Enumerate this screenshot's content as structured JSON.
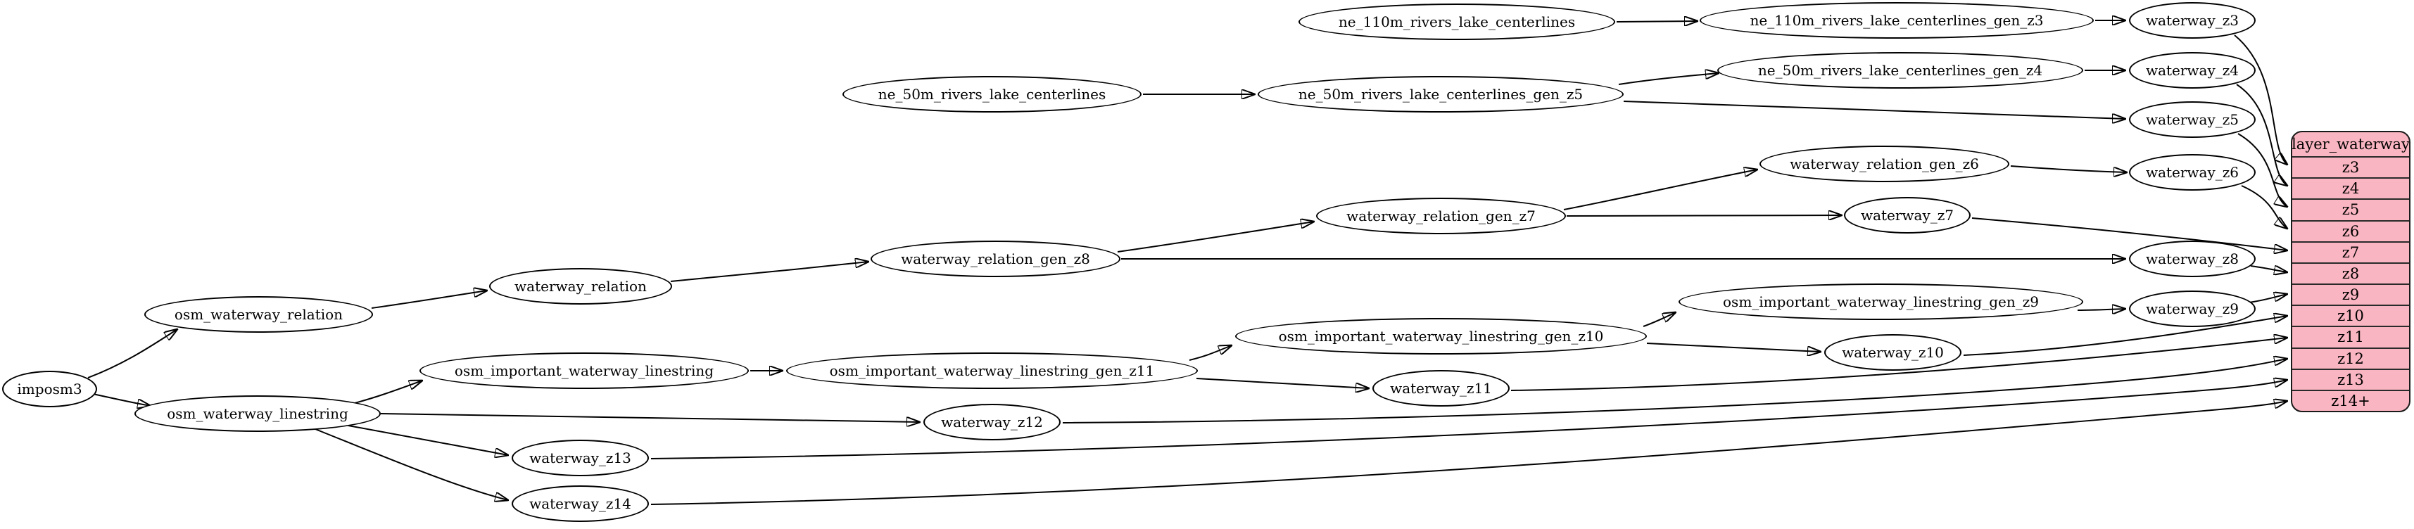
{
  "nodes": {
    "imposm3": "imposm3",
    "osm_waterway_relation": "osm_waterway_relation",
    "osm_waterway_linestring": "osm_waterway_linestring",
    "waterway_relation": "waterway_relation",
    "osm_important_waterway_linestring": "osm_important_waterway_linestring",
    "waterway_relation_gen_z8": "waterway_relation_gen_z8",
    "waterway_relation_gen_z7": "waterway_relation_gen_z7",
    "waterway_relation_gen_z6": "waterway_relation_gen_z6",
    "osm_important_waterway_linestring_gen_z11": "osm_important_waterway_linestring_gen_z11",
    "osm_important_waterway_linestring_gen_z10": "osm_important_waterway_linestring_gen_z10",
    "osm_important_waterway_linestring_gen_z9": "osm_important_waterway_linestring_gen_z9",
    "ne_110m_rivers_lake_centerlines": "ne_110m_rivers_lake_centerlines",
    "ne_110m_rivers_lake_centerlines_gen_z3": "ne_110m_rivers_lake_centerlines_gen_z3",
    "ne_50m_rivers_lake_centerlines": "ne_50m_rivers_lake_centerlines",
    "ne_50m_rivers_lake_centerlines_gen_z5": "ne_50m_rivers_lake_centerlines_gen_z5",
    "ne_50m_rivers_lake_centerlines_gen_z4": "ne_50m_rivers_lake_centerlines_gen_z4",
    "waterway_z3": "waterway_z3",
    "waterway_z4": "waterway_z4",
    "waterway_z5": "waterway_z5",
    "waterway_z6": "waterway_z6",
    "waterway_z7": "waterway_z7",
    "waterway_z8": "waterway_z8",
    "waterway_z9": "waterway_z9",
    "waterway_z10": "waterway_z10",
    "waterway_z11": "waterway_z11",
    "waterway_z12": "waterway_z12",
    "waterway_z13": "waterway_z13",
    "waterway_z14": "waterway_z14"
  },
  "table": {
    "title": "layer_waterway",
    "rows": [
      "z3",
      "z4",
      "z5",
      "z6",
      "z7",
      "z8",
      "z9",
      "z10",
      "z11",
      "z12",
      "z13",
      "z14+"
    ]
  },
  "edges": [
    {
      "from": "imposm3",
      "to": "osm_waterway_relation"
    },
    {
      "from": "imposm3",
      "to": "osm_waterway_linestring"
    },
    {
      "from": "osm_waterway_relation",
      "to": "waterway_relation"
    },
    {
      "from": "waterway_relation",
      "to": "waterway_relation_gen_z8"
    },
    {
      "from": "waterway_relation_gen_z8",
      "to": "waterway_relation_gen_z7"
    },
    {
      "from": "waterway_relation_gen_z8",
      "to": "waterway_z8"
    },
    {
      "from": "waterway_relation_gen_z7",
      "to": "waterway_relation_gen_z6"
    },
    {
      "from": "waterway_relation_gen_z7",
      "to": "waterway_z7"
    },
    {
      "from": "waterway_relation_gen_z6",
      "to": "waterway_z6"
    },
    {
      "from": "ne_110m_rivers_lake_centerlines",
      "to": "ne_110m_rivers_lake_centerlines_gen_z3"
    },
    {
      "from": "ne_110m_rivers_lake_centerlines_gen_z3",
      "to": "waterway_z3"
    },
    {
      "from": "ne_50m_rivers_lake_centerlines",
      "to": "ne_50m_rivers_lake_centerlines_gen_z5"
    },
    {
      "from": "ne_50m_rivers_lake_centerlines_gen_z5",
      "to": "ne_50m_rivers_lake_centerlines_gen_z4"
    },
    {
      "from": "ne_50m_rivers_lake_centerlines_gen_z4",
      "to": "waterway_z4"
    },
    {
      "from": "ne_50m_rivers_lake_centerlines_gen_z5",
      "to": "waterway_z5"
    },
    {
      "from": "osm_waterway_linestring",
      "to": "osm_important_waterway_linestring"
    },
    {
      "from": "osm_important_waterway_linestring",
      "to": "osm_important_waterway_linestring_gen_z11"
    },
    {
      "from": "osm_important_waterway_linestring_gen_z11",
      "to": "osm_important_waterway_linestring_gen_z10"
    },
    {
      "from": "osm_important_waterway_linestring_gen_z11",
      "to": "waterway_z11"
    },
    {
      "from": "osm_important_waterway_linestring_gen_z10",
      "to": "osm_important_waterway_linestring_gen_z9"
    },
    {
      "from": "osm_important_waterway_linestring_gen_z10",
      "to": "waterway_z10"
    },
    {
      "from": "osm_important_waterway_linestring_gen_z9",
      "to": "waterway_z9"
    },
    {
      "from": "osm_waterway_linestring",
      "to": "waterway_z12"
    },
    {
      "from": "osm_waterway_linestring",
      "to": "waterway_z13"
    },
    {
      "from": "osm_waterway_linestring",
      "to": "waterway_z14"
    },
    {
      "from": "waterway_z3",
      "to": "z3"
    },
    {
      "from": "waterway_z4",
      "to": "z4"
    },
    {
      "from": "waterway_z5",
      "to": "z5"
    },
    {
      "from": "waterway_z6",
      "to": "z6"
    },
    {
      "from": "waterway_z7",
      "to": "z7"
    },
    {
      "from": "waterway_z8",
      "to": "z8"
    },
    {
      "from": "waterway_z9",
      "to": "z9"
    },
    {
      "from": "waterway_z10",
      "to": "z10"
    },
    {
      "from": "waterway_z11",
      "to": "z11"
    },
    {
      "from": "waterway_z12",
      "to": "z12"
    },
    {
      "from": "waterway_z13",
      "to": "z13"
    },
    {
      "from": "waterway_z14",
      "to": "z14+"
    }
  ],
  "colors": {
    "table_fill": "#f9b5c1",
    "table_border": "#1a1a1a",
    "node_fill": "#ffffff",
    "stroke": "#000000",
    "background": "#ffffff"
  }
}
